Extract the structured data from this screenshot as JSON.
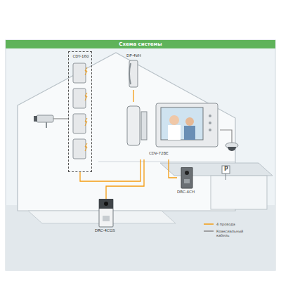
{
  "diagram": {
    "title": "Схема системы",
    "nodes": [
      {
        "text": [
          "CDY-160"
        ]
      },
      {
        "text": [
          "DP-4VH"
        ]
      },
      {
        "text": [
          "CDV-72BE"
        ]
      },
      {
        "text": [
          "DRC-4CH"
        ]
      },
      {
        "text": [
          "DRC-4CGS"
        ]
      }
    ],
    "edges": [
      {
        "from": 0,
        "to": 2,
        "arrow": "none"
      },
      {
        "from": 1,
        "to": 2,
        "arrow": "none"
      },
      {
        "from": 3,
        "to": 2,
        "arrow": "none"
      },
      {
        "from": 4,
        "to": 2,
        "arrow": "none"
      }
    ],
    "labels": [
      "P"
    ],
    "legend": [
      {
        "text": "4 провода"
      },
      {
        "text": "Коаксиальный кабель"
      }
    ]
  }
}
